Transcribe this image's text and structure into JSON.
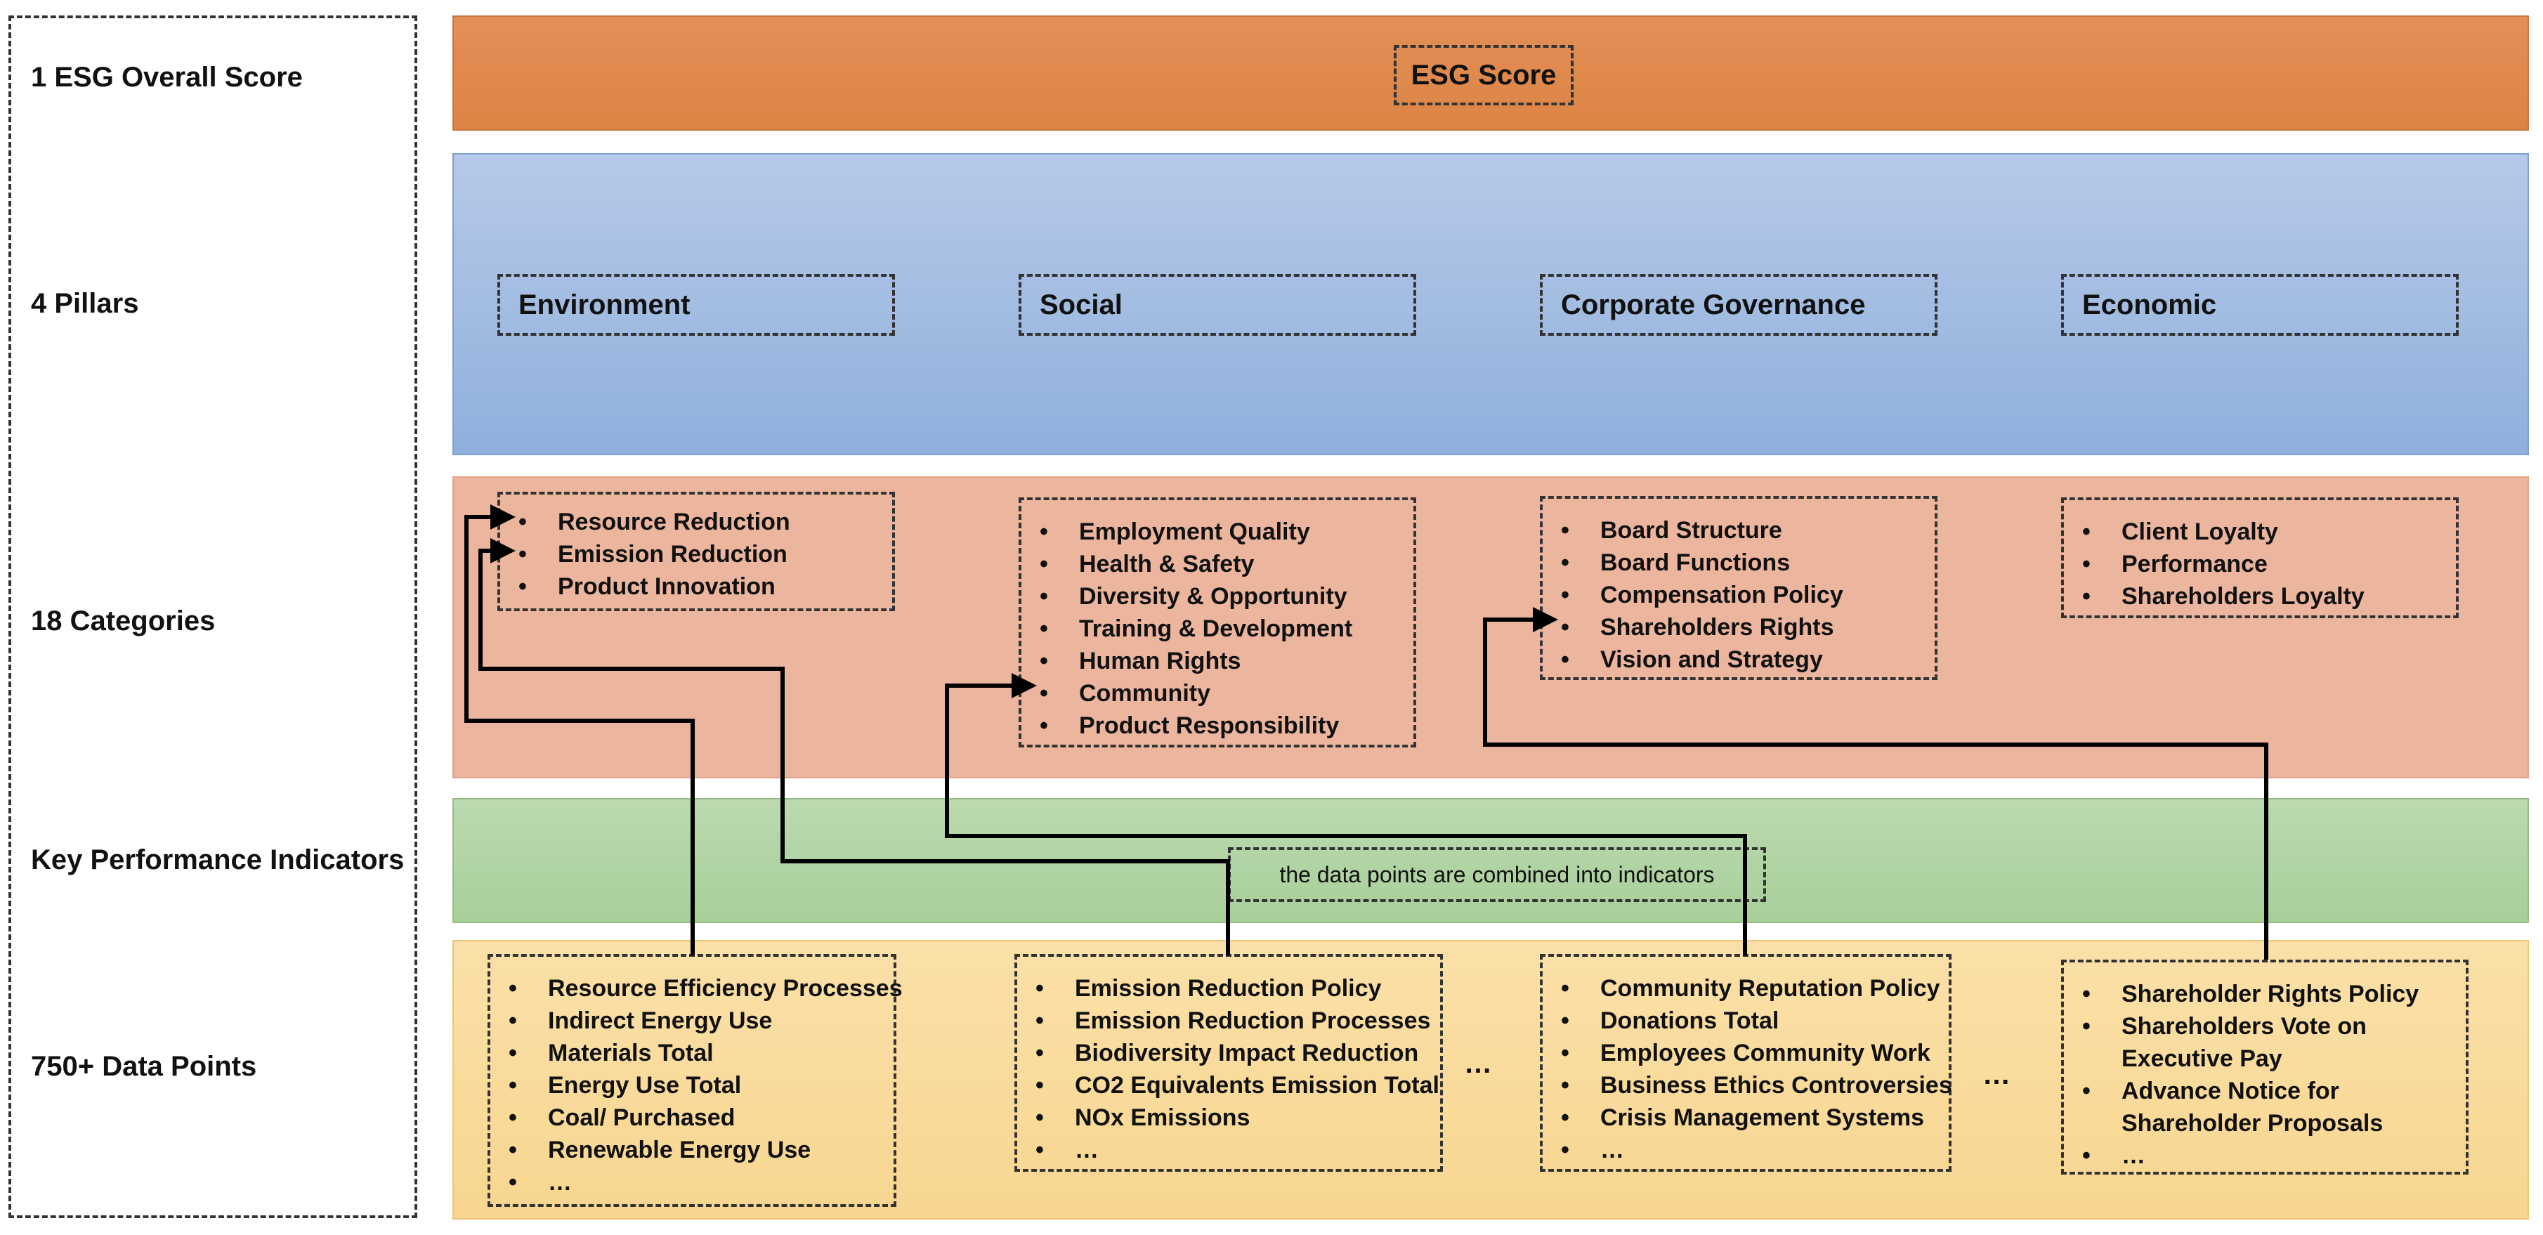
{
  "rows": {
    "overall": "1 ESG Overall Score",
    "pillars": "4 Pillars",
    "categories": "18 Categories",
    "kpi": "Key Performance Indicators",
    "datapoints": "750+ Data Points"
  },
  "score_label": "ESG Score",
  "pillars": [
    "Environment",
    "Social",
    "Corporate Governance",
    "Economic"
  ],
  "categories": [
    [
      "Resource Reduction",
      "Emission Reduction",
      "Product Innovation"
    ],
    [
      "Employment Quality",
      "Health & Safety",
      "Diversity & Opportunity",
      "Training & Development",
      "Human Rights",
      "Community",
      "Product Responsibility"
    ],
    [
      "Board Structure",
      "Board Functions",
      "Compensation Policy",
      "Shareholders Rights",
      "Vision and Strategy"
    ],
    [
      "Client Loyalty",
      "Performance",
      "Shareholders Loyalty"
    ]
  ],
  "kpi_note": "the data points are combined into indicators",
  "data_points": [
    [
      "Resource Efficiency Processes",
      "Indirect Energy Use",
      "Materials Total",
      "Energy Use Total",
      "Coal/ Purchased",
      "Renewable Energy Use",
      "…"
    ],
    [
      "Emission Reduction Policy",
      "Emission Reduction Processes",
      "Biodiversity Impact Reduction",
      "CO2 Equivalents Emission Total",
      "NOx Emissions",
      "…"
    ],
    [
      "Community Reputation Policy",
      "Donations Total",
      "Employees Community Work",
      "Business Ethics Controversies",
      "Crisis Management Systems",
      "…"
    ],
    [
      "Shareholder Rights Policy",
      "Shareholders Vote on",
      "Executive Pay",
      "Advance Notice for",
      "Shareholder Proposals",
      "…"
    ]
  ],
  "ellipsis": "…"
}
